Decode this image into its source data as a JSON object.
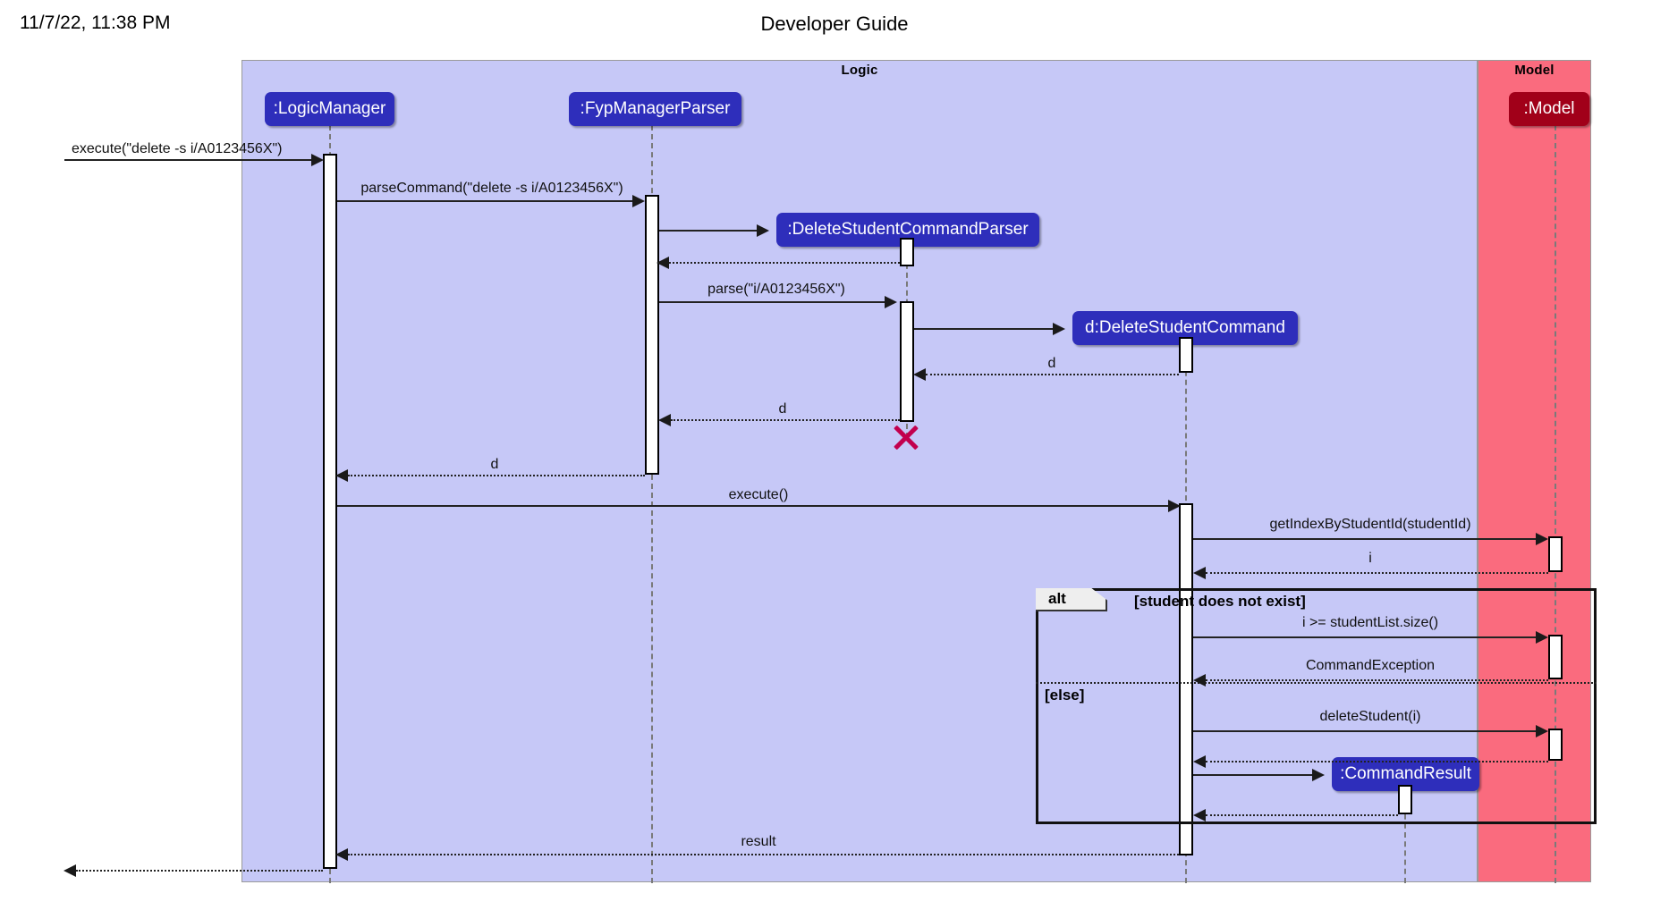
{
  "page": {
    "timestamp": "11/7/22, 11:38 PM",
    "title": "Developer Guide"
  },
  "diagram": {
    "type": "uml-sequence-diagram",
    "groups": [
      {
        "name": "logic-group",
        "label": "Logic",
        "fill": "#c6c8f7",
        "border": "#9a9a9a"
      },
      {
        "name": "model-group",
        "label": "Model",
        "fill": "#fa6b7e",
        "border": "#9a9a9a"
      }
    ],
    "participants": [
      {
        "name": "logic-manager",
        "label": ":LogicManager",
        "fill": "#2e2ebb",
        "group": "Logic"
      },
      {
        "name": "fyp-manager-parser",
        "label": ":FypManagerParser",
        "fill": "#2e2ebb",
        "group": "Logic"
      },
      {
        "name": "delete-student-command-parser",
        "label": ":DeleteStudentCommandParser",
        "fill": "#2e2ebb",
        "group": "Logic"
      },
      {
        "name": "delete-student-command",
        "label": "d:DeleteStudentCommand",
        "fill": "#2e2ebb",
        "group": "Logic"
      },
      {
        "name": "command-result",
        "label": ":CommandResult",
        "fill": "#2e2ebb",
        "group": "Logic"
      },
      {
        "name": "model",
        "label": ":Model",
        "fill": "#a10019",
        "group": "Model"
      }
    ],
    "messages": [
      {
        "name": "msg-execute-command",
        "label": "execute(\"delete -s i/A0123456X\")",
        "kind": "call"
      },
      {
        "name": "msg-parse-command",
        "label": "parseCommand(\"delete -s i/A0123456X\")",
        "kind": "call"
      },
      {
        "name": "msg-create-parser",
        "label": "",
        "kind": "create"
      },
      {
        "name": "msg-parser-return",
        "label": "",
        "kind": "return"
      },
      {
        "name": "msg-parse",
        "label": "parse(\"i/A0123456X\")",
        "kind": "call"
      },
      {
        "name": "msg-create-command",
        "label": "",
        "kind": "create"
      },
      {
        "name": "msg-return-d-to-parser",
        "label": "d",
        "kind": "return"
      },
      {
        "name": "msg-return-d-to-fyp",
        "label": "d",
        "kind": "return"
      },
      {
        "name": "msg-return-d-to-logic",
        "label": "d",
        "kind": "return"
      },
      {
        "name": "msg-execute",
        "label": "execute()",
        "kind": "call"
      },
      {
        "name": "msg-get-index",
        "label": "getIndexByStudentId(studentId)",
        "kind": "call"
      },
      {
        "name": "msg-return-i",
        "label": "i",
        "kind": "return"
      },
      {
        "name": "msg-size-check",
        "label": "i >= studentList.size()",
        "kind": "call"
      },
      {
        "name": "msg-command-exception",
        "label": "CommandException",
        "kind": "return"
      },
      {
        "name": "msg-delete-student",
        "label": "deleteStudent(i)",
        "kind": "call"
      },
      {
        "name": "msg-delete-return",
        "label": "",
        "kind": "return"
      },
      {
        "name": "msg-create-command-result",
        "label": "",
        "kind": "create"
      },
      {
        "name": "msg-command-result-return",
        "label": "",
        "kind": "return"
      },
      {
        "name": "msg-result",
        "label": "result",
        "kind": "return"
      },
      {
        "name": "msg-final-return",
        "label": "",
        "kind": "return"
      }
    ],
    "fragment": {
      "name": "alt-fragment",
      "operator": "alt",
      "guards": [
        "[student does not exist]",
        "[else]"
      ]
    },
    "destroy_marker": {
      "name": "destroy-marker",
      "color": "#c2004e"
    }
  }
}
